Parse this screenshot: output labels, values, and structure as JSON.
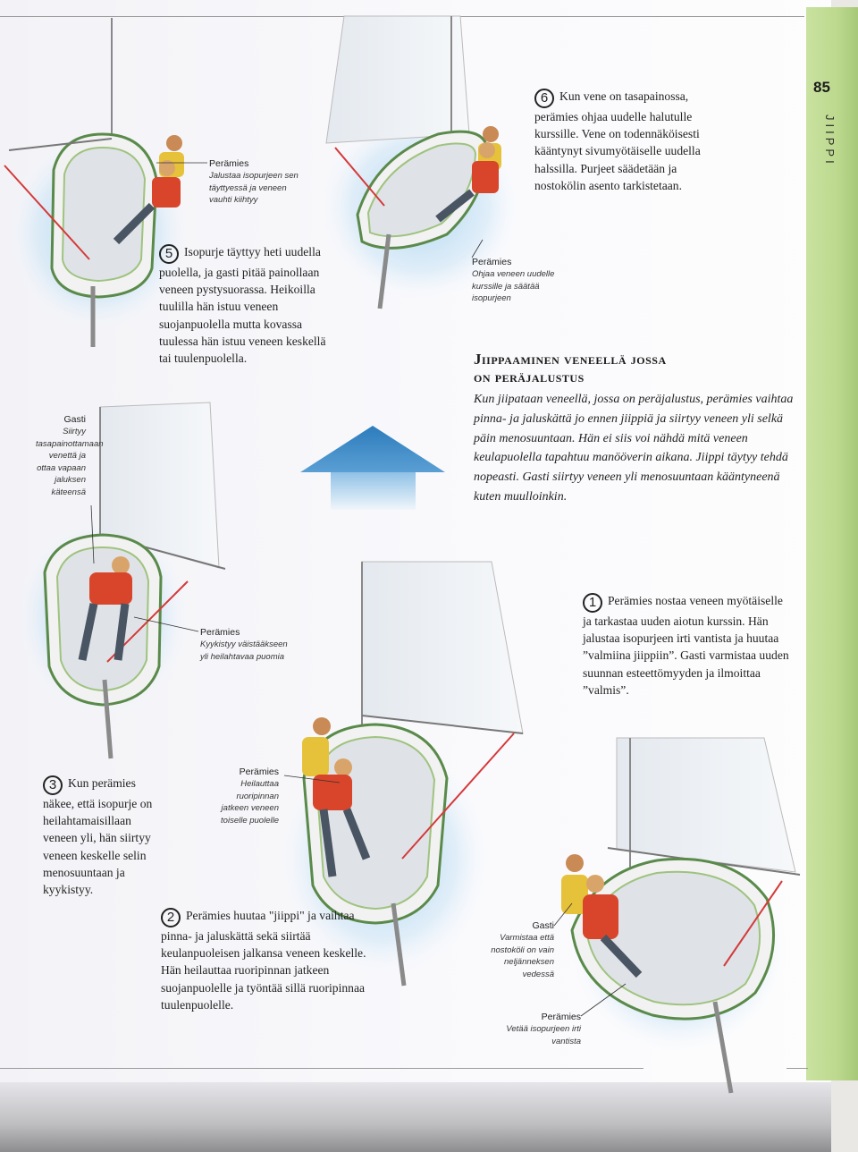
{
  "page_number": "85",
  "section_title": "JIIPPI",
  "heading": {
    "line1": "Jiippaaminen veneellä jossa",
    "line2": "on peräjalustus"
  },
  "intro": "Kun jiipataan veneellä, jossa on peräjalustus, perämies vaihtaa pinna- ja jaluskättä jo ennen jiippiä ja siirtyy veneen yli selkä päin menosuuntaan. Hän ei siis voi nähdä mitä veneen keulapuolella tapahtuu manöö­verin aikana. Jiippi täytyy tehdä nopeasti. Gasti siirtyy veneen yli menosuuntaan kääntyneenä kuten muulloinkin.",
  "steps": {
    "s1": {
      "num": "1",
      "text": "Perämies nostaa veneen myötäiselle ja tarkastaa uuden aiotun kurssin. Hän jalustaa isopurjeen irti vantista ja huutaa ”valmiina jiippiin”. Gasti varmistaa uuden suunnan esteettömyyden ja ilmoittaa ”valmis”."
    },
    "s2": {
      "num": "2",
      "text": "Perämies huutaa \"jiippi\" ja vaihtaa pinna- ja jaluskättä sekä siirtää keulanpuoleisen jalkansa veneen keskelle. Hän heilauttaa ruoripinnan jatkeen suojanpuolelle ja työntää sillä ruoripinnaa tuulenpuolelle."
    },
    "s3": {
      "num": "3",
      "text": "Kun perämies näkee, että isopurje on heilahtamaisillaan veneen yli, hän siirtyy veneen keskelle selin menosuuntaan ja kyykistyy."
    },
    "s5": {
      "num": "5",
      "text": "Isopurje täyttyy heti uudella puolella, ja gasti pitää painollaan veneen pystysuorassa. Heikoilla tuulilla hän istuu veneen suojanpuolella mutta kovassa tuulessa hän istuu veneen keskellä tai tuulenpuolella."
    },
    "s6": {
      "num": "6",
      "text": "Kun vene on tasapainossa, perämies ohjaa uudelle halutulle kurssille. Vene on todennäköisesti kääntynyt sivumyötäiselle uudella halssilla. Purjeet säädetään ja nostokölin asento tarkistetaan."
    }
  },
  "captions": {
    "c5_peramies": {
      "head": "Perämies",
      "body": "Jalustaa isopurjeen sen täyttyessä ja veneen vauhti kiihtyy"
    },
    "c6_peramies": {
      "head": "Perämies",
      "body": "Ohjaa veneen uudelle kurssille ja säätää isopurjeen"
    },
    "c3_gasti": {
      "head": "Gasti",
      "body": "Siirtyy tasapainottamaan venettä ja ottaa vapaan jaluksen käteensä"
    },
    "c3_peramies": {
      "head": "Perämies",
      "body": "Kyykistyy väistääkseen yli heilahtavaa puomia"
    },
    "c2_peramies": {
      "head": "Perämies",
      "body": "Heilauttaa ruoripinnan jatkeen veneen toiselle puolelle"
    },
    "c1_gasti": {
      "head": "Gasti",
      "body": "Varmistaa että nostoköli on vain neljänneksen vedessä"
    },
    "c1_peramies": {
      "head": "Perämies",
      "body": "Vetää isopurjeen irti vantista"
    }
  },
  "colors": {
    "accent_arrow": "#2f7fbf",
    "side_tab": "#c1dc93",
    "hull_trim": "#8fbf6a",
    "lifejacket_red": "#d8452a",
    "lifejacket_yellow": "#e6c23a",
    "sheet_red": "#d43a3a"
  }
}
